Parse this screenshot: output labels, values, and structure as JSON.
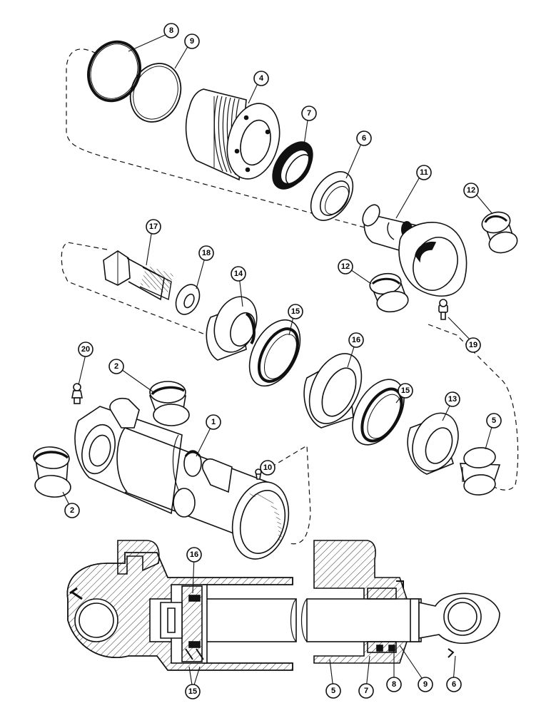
{
  "callouts": {
    "c1": "1",
    "c2a": "2",
    "c2b": "2",
    "c4": "4",
    "c5": "5",
    "c6": "6",
    "c7": "7",
    "c8": "8",
    "c9": "9",
    "c10": "10",
    "c11": "11",
    "c12a": "12",
    "c12b": "12",
    "c13": "13",
    "c14": "14",
    "c15a": "15",
    "c15b": "15",
    "c16": "16",
    "c17": "17",
    "c18": "18",
    "c19": "19",
    "c20": "20",
    "s16": "16",
    "s15": "15",
    "s5": "5",
    "s7": "7",
    "s8": "8",
    "s9": "9",
    "s6": "6"
  },
  "colors": {
    "ink": "#111111",
    "paper": "#ffffff",
    "hatch": "#555555"
  }
}
